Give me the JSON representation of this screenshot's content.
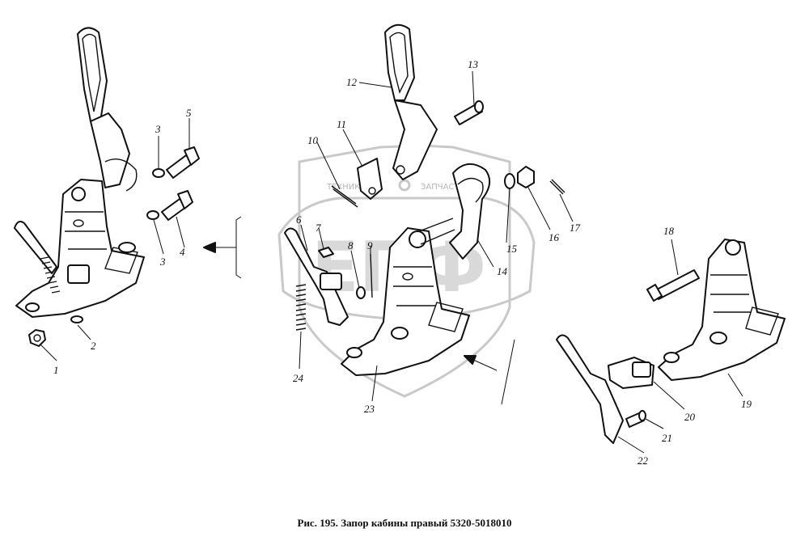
{
  "caption": "Рис. 195. Запор кабины правый 5320-5018010",
  "watermark": {
    "line1": "ТЕХНИКА",
    "line2": "ЗАПЧАСТИ",
    "letters": "ЕПФ"
  },
  "callouts": [
    "1",
    "2",
    "3",
    "3",
    "4",
    "5",
    "6",
    "7",
    "8",
    "9",
    "10",
    "11",
    "12",
    "13",
    "14",
    "15",
    "16",
    "17",
    "18",
    "19",
    "20",
    "21",
    "22",
    "23",
    "24"
  ]
}
